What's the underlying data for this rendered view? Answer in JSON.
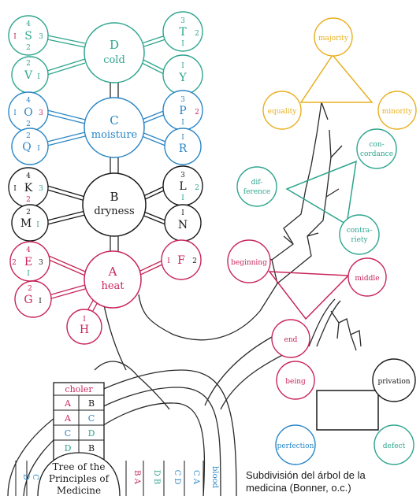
{
  "colors": {
    "red": "#c8265a",
    "teal": "#2ea58e",
    "blue": "#2a86c6",
    "black": "#1a1a1a",
    "gold": "#e8b020",
    "branch": "#2a2a2a"
  },
  "main_nodes": {
    "d": {
      "letter": "D",
      "word": "cold"
    },
    "c": {
      "letter": "C",
      "word": "moisture"
    },
    "b": {
      "letter": "B",
      "word": "dryness"
    },
    "a": {
      "letter": "A",
      "word": "heat"
    }
  },
  "small_nodes": {
    "s": {
      "letter": "S",
      "top": "4",
      "left": "I",
      "right": "3",
      "bottom": "2"
    },
    "v": {
      "letter": "V",
      "top": "2",
      "right": "I"
    },
    "t": {
      "letter": "T",
      "top": "3",
      "right": "2",
      "bottom": "I"
    },
    "y": {
      "letter": "Y",
      "top": "I"
    },
    "o": {
      "letter": "O",
      "top": "4",
      "left": "I",
      "right": "3",
      "bottom": "2"
    },
    "q": {
      "letter": "Q",
      "top": "2",
      "right": "I"
    },
    "p": {
      "letter": "P",
      "top": "3",
      "right": "2",
      "bottom": "I"
    },
    "r": {
      "letter": "R",
      "top": "I"
    },
    "k": {
      "letter": "K",
      "top": "4",
      "left": "I",
      "right": "3",
      "bottom": "2"
    },
    "m": {
      "letter": "M",
      "top": "2",
      "right": "I"
    },
    "l": {
      "letter": "L",
      "top": "3",
      "right": "2",
      "bottom": "I"
    },
    "n": {
      "letter": "N",
      "top": "I"
    },
    "e": {
      "letter": "E",
      "top": "4",
      "left": "2",
      "right": "3",
      "bottom": "I"
    },
    "g": {
      "letter": "G",
      "top": "2",
      "right": "I"
    },
    "f": {
      "letter": "F",
      "left": "I",
      "right": "2"
    },
    "h": {
      "letter": "H",
      "top": "I"
    }
  },
  "gold_triangle": {
    "majority": "majority",
    "equality": "equality",
    "minority": "minority"
  },
  "teal_triangle": {
    "difference": [
      "dif-",
      "ference"
    ],
    "concordance": [
      "con-",
      "cordance"
    ],
    "contrariety": [
      "contra-",
      "riety"
    ]
  },
  "red_triangle": {
    "beginning": "beginning",
    "middle": "middle",
    "end": "end"
  },
  "square": {
    "being": "being",
    "privation": "privation",
    "perfection": "perfection",
    "defect": "defect"
  },
  "chamber": {
    "header": "choler",
    "rows": [
      [
        "A",
        "B"
      ],
      [
        "A",
        "C"
      ],
      [
        "C",
        "D"
      ],
      [
        "D",
        "B"
      ]
    ]
  },
  "trunk_title": [
    "Tree of the",
    "Principles of",
    "Medicine"
  ],
  "side_columns": {
    "left": [
      "D",
      "C"
    ],
    "right": [
      "B A",
      "D B",
      "C D",
      "C A"
    ],
    "blood": "blood"
  },
  "caption": [
    "Subdivisión del árbol de la",
    "medicina (Bonner, o.c.)"
  ]
}
